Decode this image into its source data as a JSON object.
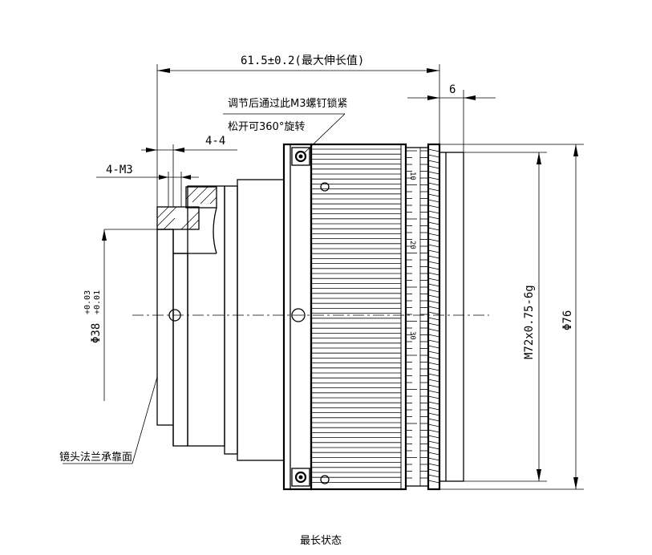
{
  "dimensions": {
    "total_length": "61.5±0.2(最大伸长值)",
    "front_width": "6",
    "screw_note": "4-4",
    "holes": "4-M3",
    "diameter_flange": "Φ38",
    "diameter_tol_upper": "+0.03",
    "diameter_tol_lower": "+0.01",
    "thread": "M72x0.75-6g",
    "outer_diameter": "Φ76"
  },
  "notes": {
    "adjust_line1": "调节后通过此M3螺钉锁紧",
    "adjust_line2": "松开可360°旋转",
    "flange_surface": "镜头法兰承靠面",
    "caption": "最长状态"
  },
  "scale_marks": [
    "10",
    "20",
    "30"
  ]
}
